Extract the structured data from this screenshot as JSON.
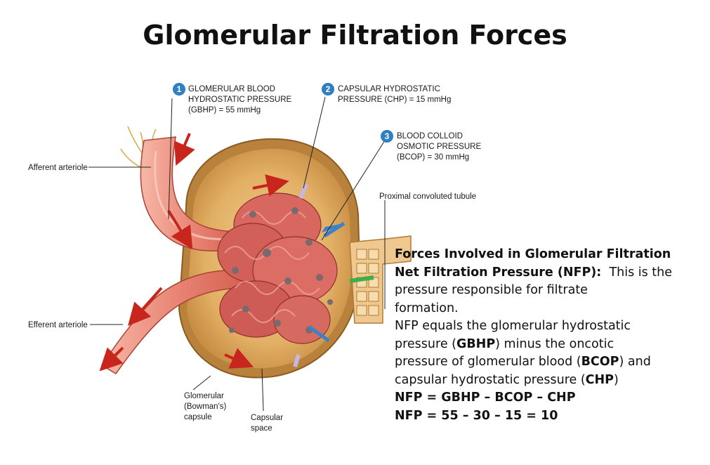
{
  "title": "Glomerular Filtration Forces",
  "diagram": {
    "callouts": [
      {
        "number": "1",
        "lines": [
          "GLOMERULAR BLOOD",
          "HYDROSTATIC PRESSURE",
          "(GBHP) = 55 mmHg"
        ]
      },
      {
        "number": "2",
        "lines": [
          "CAPSULAR HYDROSTATIC",
          "PRESSURE (CHP) = 15 mmHg"
        ]
      },
      {
        "number": "3",
        "lines": [
          "BLOOD COLLOID",
          "OSMOTIC PRESSURE",
          "(BCOP) = 30 mmHg"
        ]
      }
    ],
    "labels": {
      "afferent": "Afferent arteriole",
      "efferent": "Efferent arteriole",
      "proximal": "Proximal convoluted tubule",
      "capsule": [
        "Glomerular",
        "(Bowman's)",
        "capsule"
      ],
      "space": [
        "Capsular",
        "space"
      ]
    }
  },
  "explanation": {
    "heading": "Forces Involved in Glomerular Filtration",
    "nfp_term": "Net Filtration Pressure (NFP):",
    "nfp_def_1": "This is the",
    "nfp_def_2": "pressure responsible for filtrate",
    "nfp_def_3": "formation.",
    "eq_1": "NFP equals the glomerular hydrostatic",
    "eq_2a": "pressure (",
    "eq_2b": "GBHP",
    "eq_2c": ") minus the oncotic",
    "eq_3a": "pressure of glomerular blood (",
    "eq_3b": "BCOP",
    "eq_3c": ") and",
    "eq_4a": "capsular hydrostatic pressure (",
    "eq_4b": "CHP",
    "eq_4c": ")",
    "formula": "NFP = GBHP – BCOP – CHP",
    "calc": "NFP = 55 – 30 – 15 = 10"
  }
}
